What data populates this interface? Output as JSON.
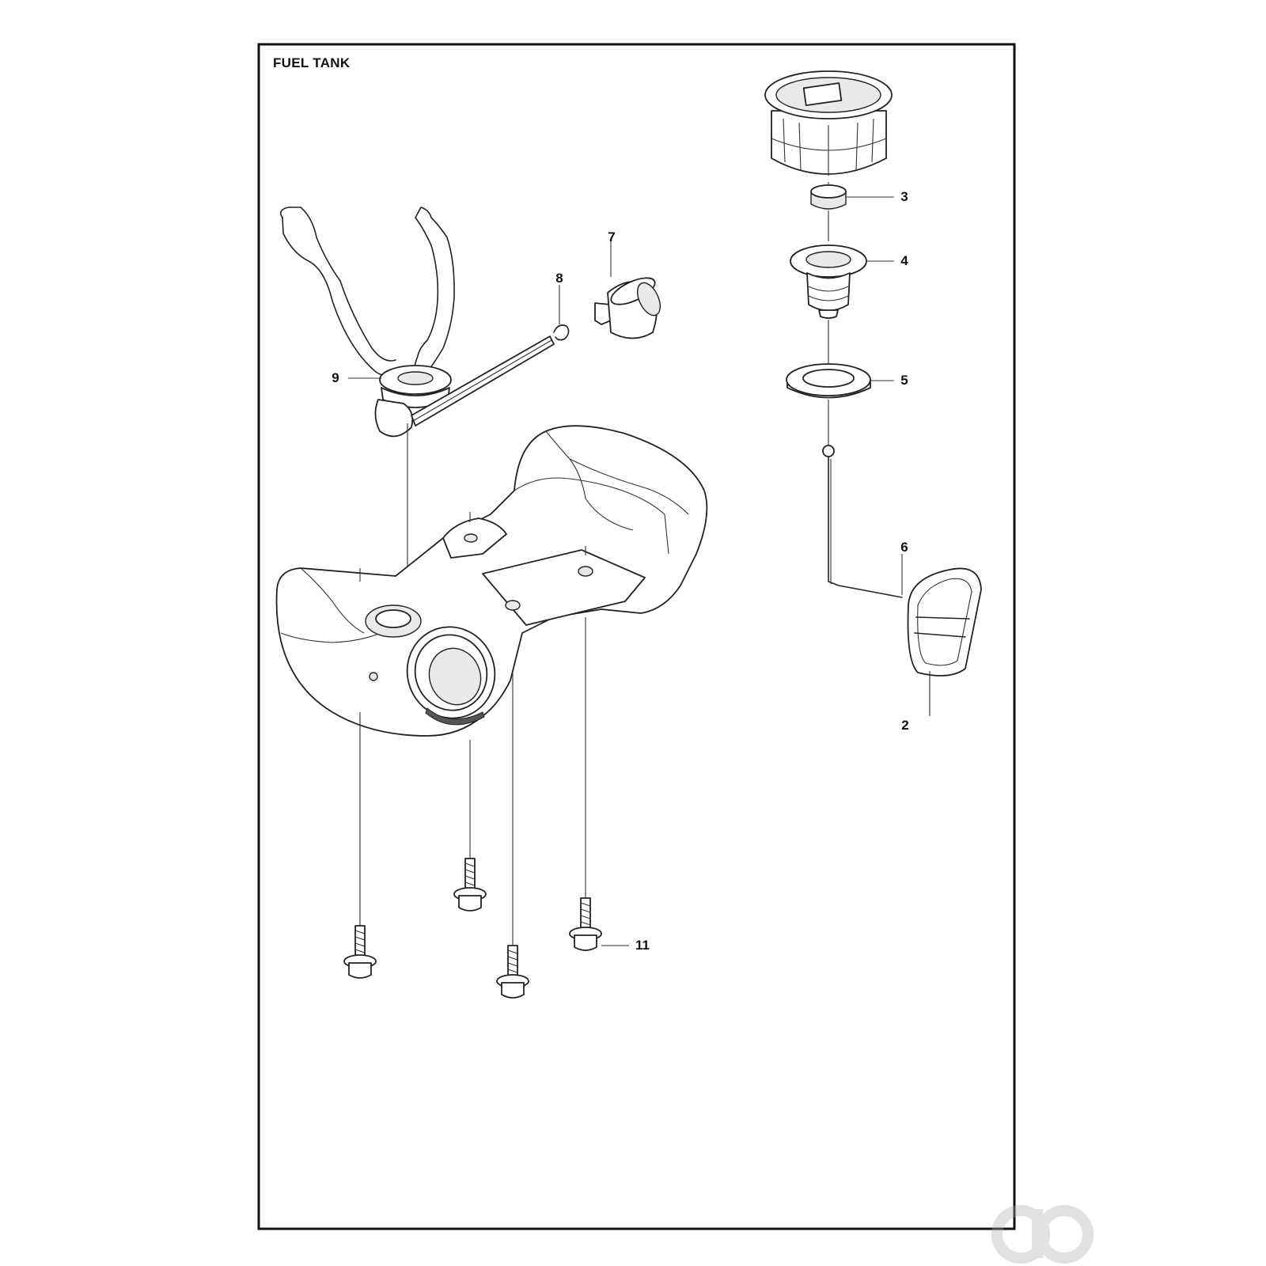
{
  "title": "FUEL TANK",
  "callouts": [
    {
      "id": "c2",
      "label": "2"
    },
    {
      "id": "c3",
      "label": "3"
    },
    {
      "id": "c4",
      "label": "4"
    },
    {
      "id": "c5",
      "label": "5"
    },
    {
      "id": "c6",
      "label": "6"
    },
    {
      "id": "c7",
      "label": "7"
    },
    {
      "id": "c8",
      "label": "8"
    },
    {
      "id": "c9",
      "label": "9"
    },
    {
      "id": "c11",
      "label": "11"
    }
  ],
  "watermark": "ao"
}
